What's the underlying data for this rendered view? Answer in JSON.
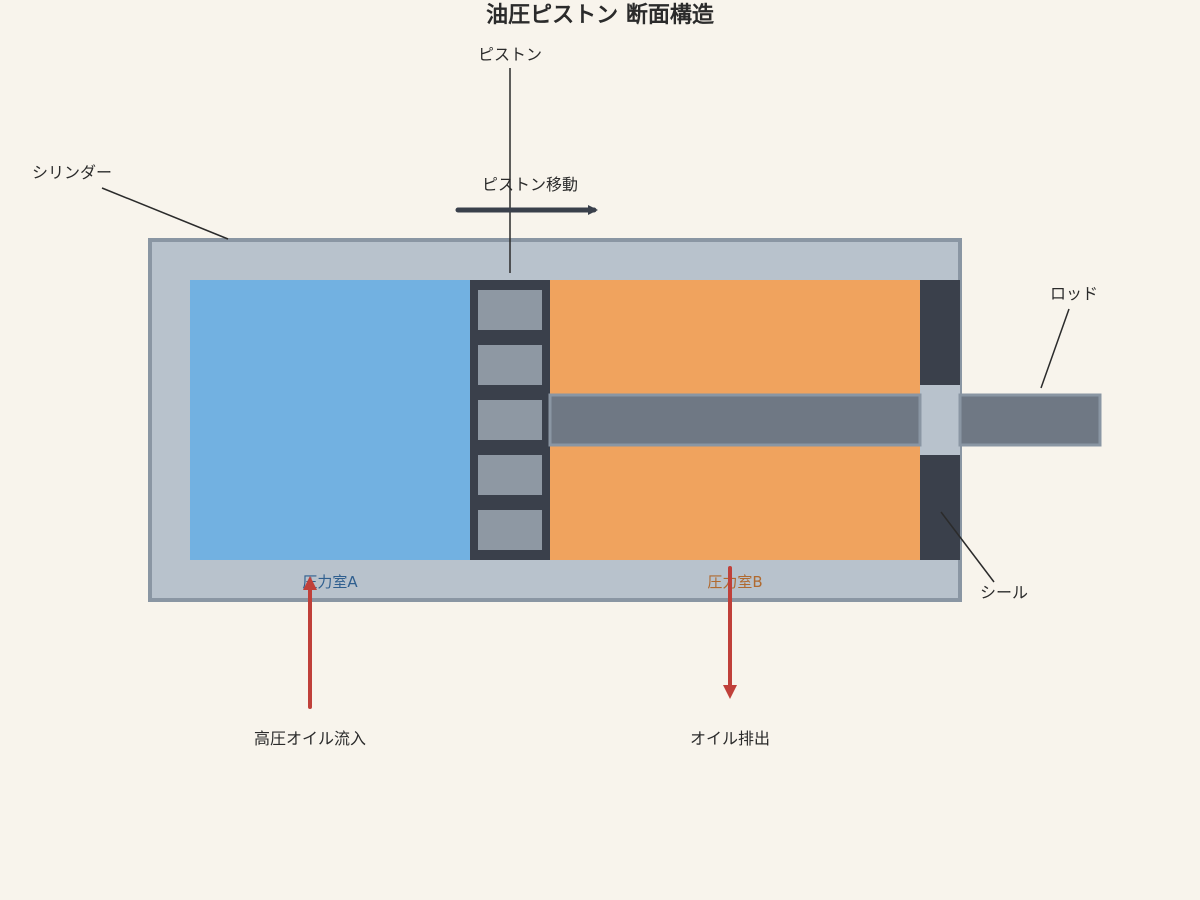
{
  "title": "油圧ピストン 断面構造",
  "labels": {
    "piston": "ピストン",
    "cylinder": "シリンダー",
    "piston_motion": "ピストン移動",
    "rod": "ロッド",
    "seal": "シール",
    "chamber_a": "圧力室A",
    "chamber_b": "圧力室B",
    "oil_in": "高圧オイル流入",
    "oil_out": "オイル排出"
  },
  "colors": {
    "background": "#f8f4ec",
    "cylinder_wall": "#b8c2cc",
    "cylinder_border": "#8a96a3",
    "chamber_a": "#72b1e1",
    "chamber_b": "#f0a35e",
    "piston_body": "#3a404b",
    "piston_ring": "#8e98a3",
    "rod": "#6f7884",
    "rod_border": "#8a96a3",
    "flow_arrow": "#c0403a",
    "motion_arrow": "#3a404b",
    "text": "#2b2b2b",
    "chamber_a_text": "#2f5f8f",
    "chamber_b_text": "#b06a30"
  }
}
